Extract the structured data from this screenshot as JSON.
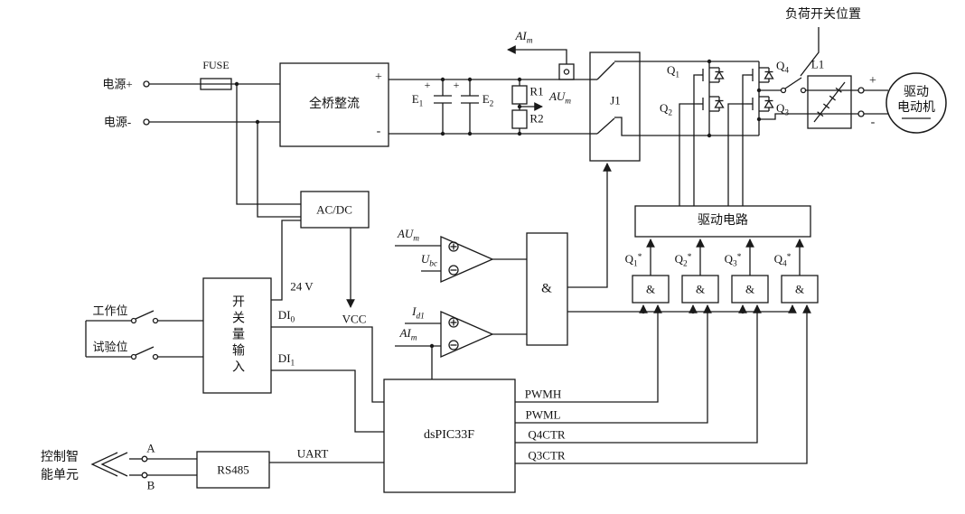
{
  "power": {
    "plus_label": "电源+",
    "minus_label": "电源-",
    "fuse": "FUSE",
    "rectifier": "全桥整流",
    "rect_plus": "+",
    "rect_minus": "-",
    "acdc": "AC/DC",
    "v24": "24 V",
    "vcc": "VCC"
  },
  "dc_bus": {
    "e1": {
      "base": "E",
      "sub": "1"
    },
    "e1_plus": "+",
    "e2": {
      "base": "E",
      "sub": "2"
    },
    "e2_plus": "+",
    "r1": "R1",
    "r2": "R2",
    "aum": {
      "base": "AU",
      "sub": "m"
    },
    "aim": {
      "base": "AI",
      "sub": "m"
    },
    "j1": "J1"
  },
  "bridge": {
    "q1": {
      "base": "Q",
      "sub": "1"
    },
    "q2": {
      "base": "Q",
      "sub": "2"
    },
    "q3": {
      "base": "Q",
      "sub": "3"
    },
    "q4": {
      "base": "Q",
      "sub": "4"
    },
    "load_switch": "负荷开关位置",
    "l1": "L1",
    "motor_plus": "+",
    "motor_minus": "-",
    "motor_line1": "驱动",
    "motor_line2": "电动机",
    "drive_circuit": "驱动电路",
    "and": "&",
    "q1_star": {
      "base": "Q",
      "sub": "1",
      "sup": "*"
    },
    "q2_star": {
      "base": "Q",
      "sub": "2",
      "sup": "*"
    },
    "q3_star": {
      "base": "Q",
      "sub": "3",
      "sup": "*"
    },
    "q4_star": {
      "base": "Q",
      "sub": "4",
      "sup": "*"
    }
  },
  "analog": {
    "aum": {
      "base": "AU",
      "sub": "m"
    },
    "ubc": {
      "base": "U",
      "sub": "bc"
    },
    "id1": {
      "base": "I",
      "sub": "d1"
    },
    "aim": {
      "base": "AI",
      "sub": "m"
    },
    "and": "&"
  },
  "io": {
    "digital_input": "开关量输入",
    "work_pos": "工作位",
    "test_pos": "试验位",
    "di0": {
      "base": "DI",
      "sub": "0"
    },
    "di1": {
      "base": "DI",
      "sub": "1"
    }
  },
  "mcu": {
    "name": "dsPIC33F",
    "pwmh": "PWMH",
    "pwml": "PWML",
    "q4ctr": "Q4CTR",
    "q3ctr": "Q3CTR",
    "uart": "UART"
  },
  "comm": {
    "rs485": "RS485",
    "a": "A",
    "b": "B",
    "unit_line1": "控制智",
    "unit_line2": "能单元"
  }
}
